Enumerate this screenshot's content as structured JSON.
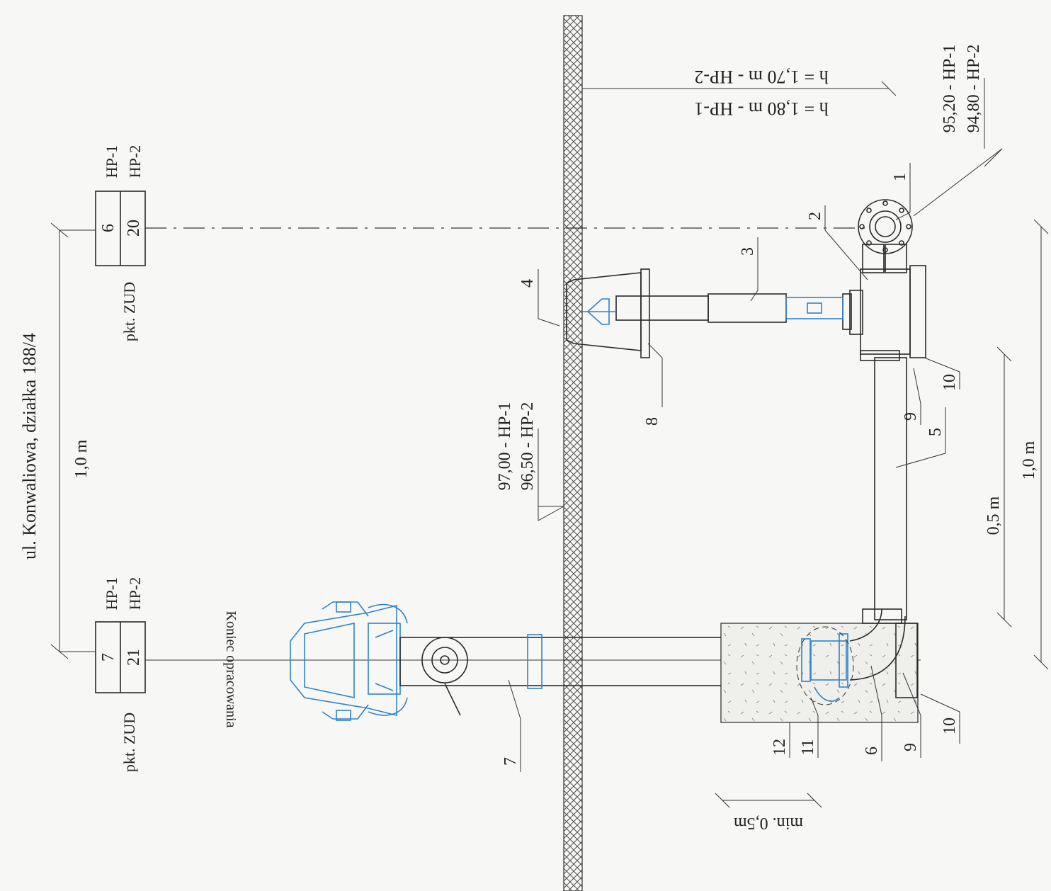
{
  "street_label": "ul. Konwaliowa, działka 188/4",
  "zud_points": [
    {
      "label": "pkt. ZUD",
      "top_number": "6",
      "bottom_number": "20",
      "top_code": "HP-1",
      "bottom_code": "HP-2"
    },
    {
      "label": "pkt. ZUD",
      "top_number": "7",
      "bottom_number": "21",
      "top_code": "HP-1",
      "bottom_code": "HP-2"
    }
  ],
  "dimensions": {
    "top_span": "1,0 m",
    "bottom_half": "0,5 m",
    "bottom_full": "1,0 m",
    "min_cover": "min. 0,5m"
  },
  "elevations": {
    "ground": {
      "line1": "97,00 - HP-1",
      "line2": "96,50 - HP-2"
    },
    "pipe": {
      "line1": "95,20 - HP-1",
      "line2": "94,80 - HP-2"
    }
  },
  "depths": {
    "hp1": "h = 1,80 m - HP-1",
    "hp2": "h = 1,70 m - HP-2"
  },
  "end_of_work": "Koniec opracowania",
  "callouts": [
    "1",
    "2",
    "3",
    "4",
    "5",
    "6",
    "7",
    "8",
    "9",
    "9",
    "10",
    "10",
    "11",
    "12"
  ]
}
